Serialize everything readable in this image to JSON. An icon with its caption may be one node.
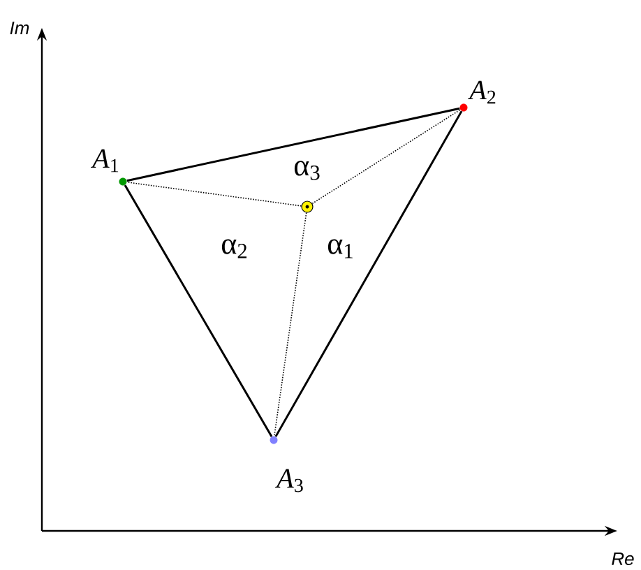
{
  "diagram": {
    "nodes": [
      {
        "text": [],
        "shape": "circle",
        "beside": [
          "*A*$_{1}$"
        ]
      },
      {
        "text": [],
        "shape": "circle",
        "beside": [
          "*A*$_{2}$"
        ]
      },
      {
        "text": [],
        "shape": "circle",
        "beside": [
          "*A*$_{3}$"
        ]
      },
      {
        "text": [],
        "shape": "circle"
      }
    ],
    "edges": [
      {
        "from": 0,
        "to": 1,
        "arrow": "none"
      },
      {
        "from": 1,
        "to": 2,
        "arrow": "none"
      },
      {
        "from": 2,
        "to": 0,
        "arrow": "none"
      },
      {
        "from": 3,
        "to": 0,
        "arrow": "none",
        "style": "dashed"
      },
      {
        "from": 3,
        "to": 1,
        "arrow": "none",
        "style": "dashed"
      },
      {
        "from": 3,
        "to": 2,
        "arrow": "none",
        "style": "dashed"
      }
    ],
    "labels": [
      "Im",
      "α$_{3}$",
      "α$_{2}$",
      "α$_{1}$",
      "Re"
    ]
  }
}
